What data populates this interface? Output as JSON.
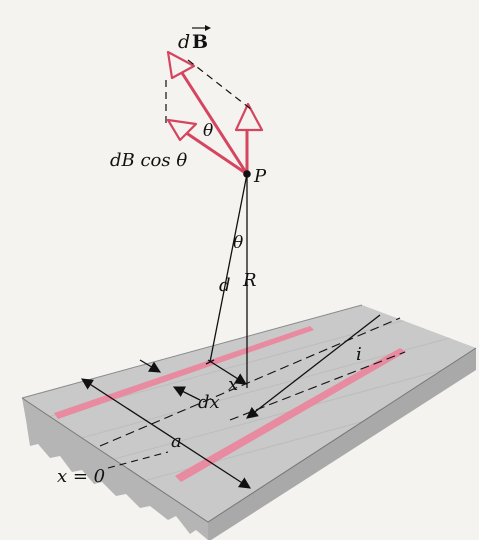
{
  "labels": {
    "dB_vector_prefix": "d",
    "dB_vector_symbol": "B",
    "dB_cos_theta": "dB cos θ",
    "point_P": "P",
    "theta_upper": "θ",
    "theta_lower": "θ",
    "distance_d": "d",
    "distance_R": "R",
    "current_i": "i",
    "position_x": "x",
    "width_dx": "dx",
    "width_a": "a",
    "origin_x0": "x = 0"
  },
  "colors": {
    "background": "#f4f3ef",
    "field_vector": "#d6455f",
    "current_strip": "#e88aa0",
    "sheet_top": "#c9c9c9",
    "sheet_side": "#a9a9a9",
    "ink": "#111111"
  },
  "icons": {
    "vector_arrowheads": "hollow-triangle-arrowhead",
    "dimension_arrows": "filled-arrowhead",
    "point_marker": "filled-dot"
  }
}
